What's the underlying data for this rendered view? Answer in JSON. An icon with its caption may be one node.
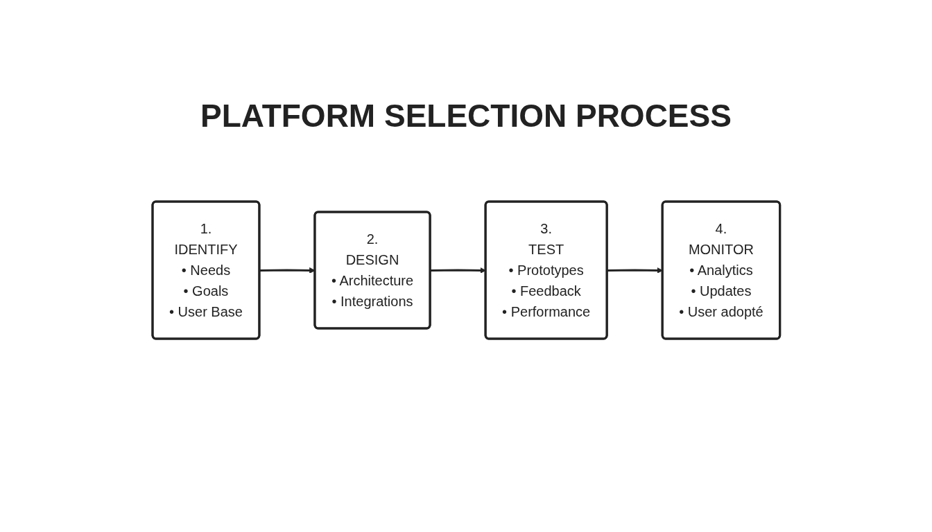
{
  "diagram": {
    "title": "PLATFORM SELECTION PROCESS",
    "nodes": [
      {
        "text": [
          "1.",
          "IDENTIFY",
          "• Needs",
          "• Goals",
          "• User Base"
        ]
      },
      {
        "text": [
          "2.",
          "DESIGN",
          "• Architecture",
          "• Integrations"
        ]
      },
      {
        "text": [
          "3.",
          "TEST",
          "• Prototypes",
          "• Feedback",
          "• Performance"
        ]
      },
      {
        "text": [
          "4.",
          "MONITOR",
          "• Analytics",
          "• Updates",
          "• User adopté"
        ]
      }
    ],
    "edges": [
      {
        "from": 0,
        "to": 1,
        "arrow": "to"
      },
      {
        "from": 1,
        "to": 2,
        "arrow": "to"
      },
      {
        "from": 2,
        "to": 3,
        "arrow": "to"
      }
    ]
  }
}
